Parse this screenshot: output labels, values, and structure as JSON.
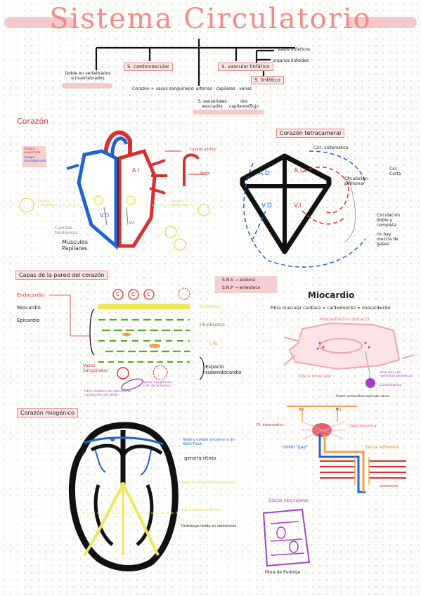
{
  "title": "Sistema Circulatorio",
  "tree": {
    "left_node": "Doble en vertebrados e invertebrados",
    "center_node": "S. cardiovascular",
    "right_node": "S. vascular linfático",
    "right_branches": [
      "vasos linfaticos",
      "organos linfoides",
      "S. linfático"
    ],
    "bottom_line": "Corazón + vasos sanguíneos: arterias · capilares · venas",
    "sub_left": "S. sensoriales asociados",
    "sub_right": "dos capilares(flujo sanguíneo)"
  },
  "corazon": {
    "heading": "Corazón",
    "legend": [
      "Sangre oxigenada",
      "Sangre desoxigenada"
    ],
    "chambers": [
      "A.I",
      "A.I",
      "V.D",
      "V.I"
    ],
    "labels": {
      "top_right": "Cayado aórtico",
      "aorta": "Aorta",
      "cuerdas": "Cuerdas tendinosas",
      "musculos": "Musculos Papilares",
      "valve_left": "Válvula tricúspide",
      "valve_right": "Válvula bicúspide"
    }
  },
  "tetracameral": {
    "heading": "Corazón tetracameral",
    "chambers": [
      "A.D",
      "A.I",
      "V.D",
      "V.I"
    ],
    "labels": {
      "circ_sistemica": "Circ. sistemática",
      "circ_pulmonar": "Circulación pulmonar",
      "circ_corta": "Circ. Corta",
      "circ_doble": "Circulación doble y completa",
      "no_mezcla": "no hay mezcla de gases"
    }
  },
  "capas": {
    "heading": "Capas de la pared del corazón",
    "list": [
      "Endocardio",
      "Miocardio",
      "Epicardio"
    ],
    "right_labels": [
      "Endotelio",
      "Fibroblastos",
      "CML",
      "Espacio subendocardio"
    ],
    "left_labels": [
      "Vasos Sanguíneos",
      "Fibra cardíaca del sistema de conducción del latido"
    ],
    "bottom_label": "Vasos sanguíneos (cél. de Schwann)",
    "circles": [
      "C",
      "C",
      "C"
    ],
    "sns": "S.N.S → acelera",
    "snp": "S.N.P → enlentece"
  },
  "miocardio": {
    "heading": "Miocardio",
    "subtitle": "Fibra muscular cardíaca = cardiomiocito = miocardiocito",
    "labels": {
      "top": "Miocardiocito contractil",
      "disco": "Disco intercalar",
      "vesicula": "Vesículas con hormonas peptídicas",
      "cardio": "Cardiodilatina",
      "bottom": "Factor natriurético auricular atrial"
    }
  },
  "miogenico": {
    "heading": "Corazón miogénico",
    "labels": {
      "nodo_sa": "Nodo o nódulo sinoatrial o de Keith-Flack",
      "genera": "genera ritmo",
      "nodo_av": "Nodo o nódulo atrioventricular",
      "haz": "Haz o fascículo de His",
      "distribuye": "Distribuye latido en ventrículos"
    }
  },
  "fibra": {
    "top_left": "N.I.",
    "top_right": "N.I.",
    "fil": "Fil. intermedios",
    "desmosoma": "Desmosoma",
    "union": "Unión \"gap\"",
    "fascia": "fascia adherens",
    "sarcomero": "sarcómero",
    "discos": "Discos intercalares",
    "fibra_p": "Fibra de Purkinje"
  },
  "colors": {
    "title": "#f28a8a",
    "red": "#d9302f",
    "blue": "#1d63d6",
    "yellow": "#f0e65a",
    "green": "#5aa82a",
    "purple": "#a23fc9",
    "pink": "#f0a5ad"
  }
}
